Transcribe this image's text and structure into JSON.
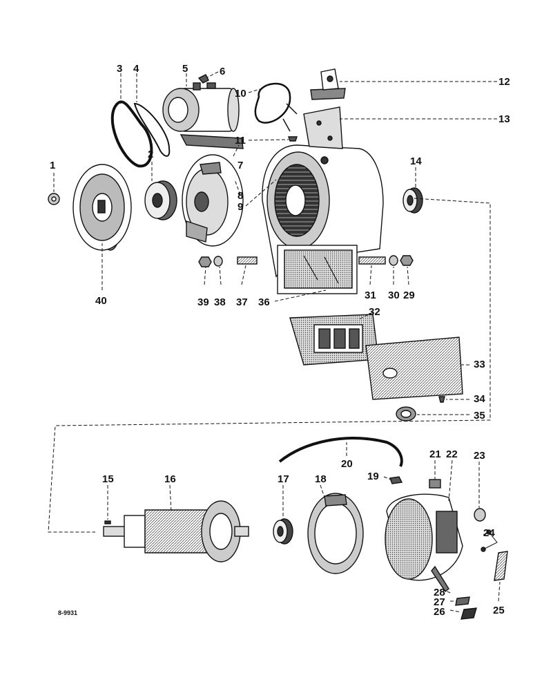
{
  "figure": {
    "reference_code": "8-9931",
    "callouts": [
      {
        "id": "c1",
        "label": "1"
      },
      {
        "id": "c2",
        "label": "2"
      },
      {
        "id": "c3",
        "label": "3"
      },
      {
        "id": "c4",
        "label": "4"
      },
      {
        "id": "c5",
        "label": "5"
      },
      {
        "id": "c6",
        "label": "6"
      },
      {
        "id": "c7",
        "label": "7"
      },
      {
        "id": "c8",
        "label": "8"
      },
      {
        "id": "c9",
        "label": "9"
      },
      {
        "id": "c10",
        "label": "10"
      },
      {
        "id": "c11",
        "label": "11"
      },
      {
        "id": "c12",
        "label": "12"
      },
      {
        "id": "c13",
        "label": "13"
      },
      {
        "id": "c14",
        "label": "14"
      },
      {
        "id": "c15",
        "label": "15"
      },
      {
        "id": "c16",
        "label": "16"
      },
      {
        "id": "c17",
        "label": "17"
      },
      {
        "id": "c18",
        "label": "18"
      },
      {
        "id": "c19",
        "label": "19"
      },
      {
        "id": "c20",
        "label": "20"
      },
      {
        "id": "c21",
        "label": "21"
      },
      {
        "id": "c22",
        "label": "22"
      },
      {
        "id": "c23",
        "label": "23"
      },
      {
        "id": "c24",
        "label": "24"
      },
      {
        "id": "c25",
        "label": "25"
      },
      {
        "id": "c26",
        "label": "26"
      },
      {
        "id": "c27",
        "label": "27"
      },
      {
        "id": "c28",
        "label": "28"
      },
      {
        "id": "c29",
        "label": "29"
      },
      {
        "id": "c30",
        "label": "30"
      },
      {
        "id": "c31",
        "label": "31"
      },
      {
        "id": "c32",
        "label": "32"
      },
      {
        "id": "c33",
        "label": "33"
      },
      {
        "id": "c34",
        "label": "34"
      },
      {
        "id": "c35",
        "label": "35"
      },
      {
        "id": "c36",
        "label": "36"
      },
      {
        "id": "c37",
        "label": "37"
      },
      {
        "id": "c38",
        "label": "38"
      },
      {
        "id": "c39",
        "label": "39"
      },
      {
        "id": "c40",
        "label": "40"
      }
    ]
  }
}
